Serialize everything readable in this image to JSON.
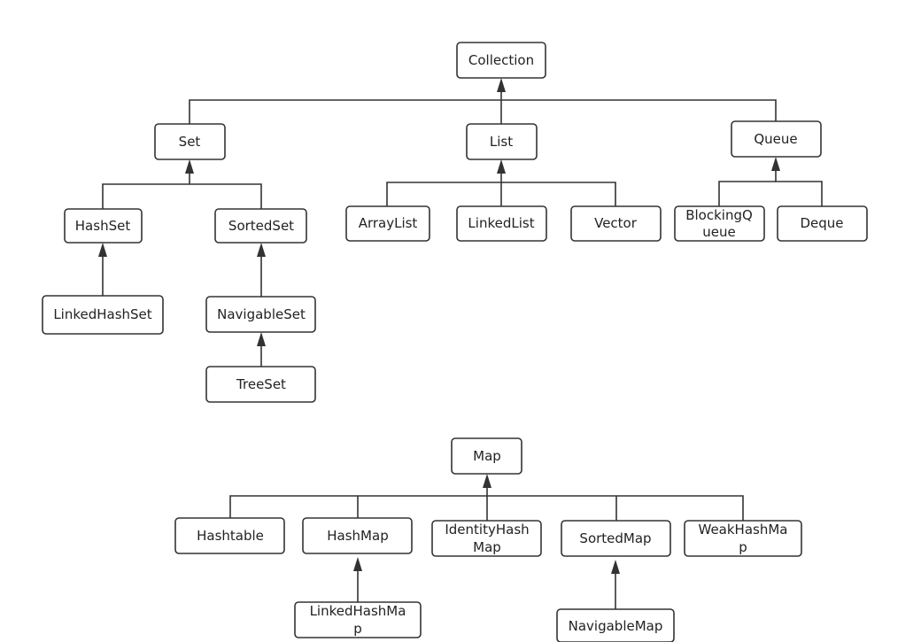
{
  "nodes": {
    "collection": "Collection",
    "set": "Set",
    "list": "List",
    "queue": "Queue",
    "hashset": "HashSet",
    "sortedset": "SortedSet",
    "linkedhashset": "LinkedHashSet",
    "navigableset": "NavigableSet",
    "treeset": "TreeSet",
    "arraylist": "ArrayList",
    "linkedlist": "LinkedList",
    "vector": "Vector",
    "blockingqueue_1": "BlockingQ",
    "blockingqueue_2": "ueue",
    "deque": "Deque",
    "map": "Map",
    "hashtable": "Hashtable",
    "hashmap": "HashMap",
    "identityhashmap_1": "IdentityHash",
    "identityhashmap_2": "Map",
    "sortedmap": "SortedMap",
    "weakhashmap_1": "WeakHashMa",
    "weakhashmap_2": "p",
    "linkedhashmap_1": "LinkedHashMa",
    "linkedhashmap_2": "p",
    "navigablemap": "NavigableMap"
  }
}
